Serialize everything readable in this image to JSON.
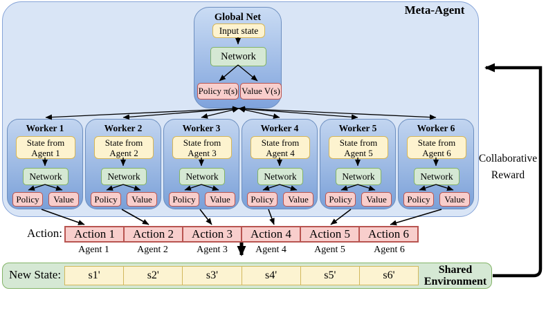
{
  "meta_agent_label": "Meta-Agent",
  "global_net": {
    "title": "Global Net",
    "input_state": "Input state",
    "network": "Network",
    "policy": "Policy π(s)",
    "value": "Value V(s)"
  },
  "workers": [
    {
      "title": "Worker 1",
      "state_line1": "State from",
      "state_line2": "Agent 1",
      "network": "Network",
      "policy": "Policy",
      "value": "Value"
    },
    {
      "title": "Worker 2",
      "state_line1": "State from",
      "state_line2": "Agent 2",
      "network": "Network",
      "policy": "Policy",
      "value": "Value"
    },
    {
      "title": "Worker 3",
      "state_line1": "State from",
      "state_line2": "Agent 3",
      "network": "Network",
      "policy": "Policy",
      "value": "Value"
    },
    {
      "title": "Worker 4",
      "state_line1": "State from",
      "state_line2": "Agent 4",
      "network": "Network",
      "policy": "Policy",
      "value": "Value"
    },
    {
      "title": "Worker 5",
      "state_line1": "State from",
      "state_line2": "Agent 5",
      "network": "Network",
      "policy": "Policy",
      "value": "Value"
    },
    {
      "title": "Worker 6",
      "state_line1": "State from",
      "state_line2": "Agent 6",
      "network": "Network",
      "policy": "Policy",
      "value": "Value"
    }
  ],
  "action_row": {
    "label": "Action:",
    "cells": [
      "Action 1",
      "Action 2",
      "Action 3",
      "Action 4",
      "Action 5",
      "Action 6"
    ]
  },
  "agent_labels": [
    "Agent 1",
    "Agent 2",
    "Agent 3",
    "Agent 4",
    "Agent 5",
    "Agent 6"
  ],
  "new_state_row": {
    "label": "New State:",
    "cells": [
      "s1'",
      "s2'",
      "s3'",
      "s4'",
      "s5'",
      "s6'"
    ]
  },
  "shared_environment": {
    "line1": "Shared",
    "line2": "Environment"
  },
  "collaborative_reward": {
    "line1": "Collaborative",
    "line2": "Reward"
  },
  "colors": {
    "meta_fill": "#d9e5f6",
    "meta_border": "#86a4d8",
    "box_gradient_top": "#c2d5f0",
    "box_gradient_bottom": "#7aa0d8",
    "box_border": "#6c8ebf",
    "yellow_fill": "#fdf3cf",
    "yellow_border": "#d6b656",
    "green_fill": "#d5e8d4",
    "green_border": "#82b366",
    "pink_fill": "#f8cecc",
    "pink_border": "#b85450",
    "arrow": "#000000"
  }
}
